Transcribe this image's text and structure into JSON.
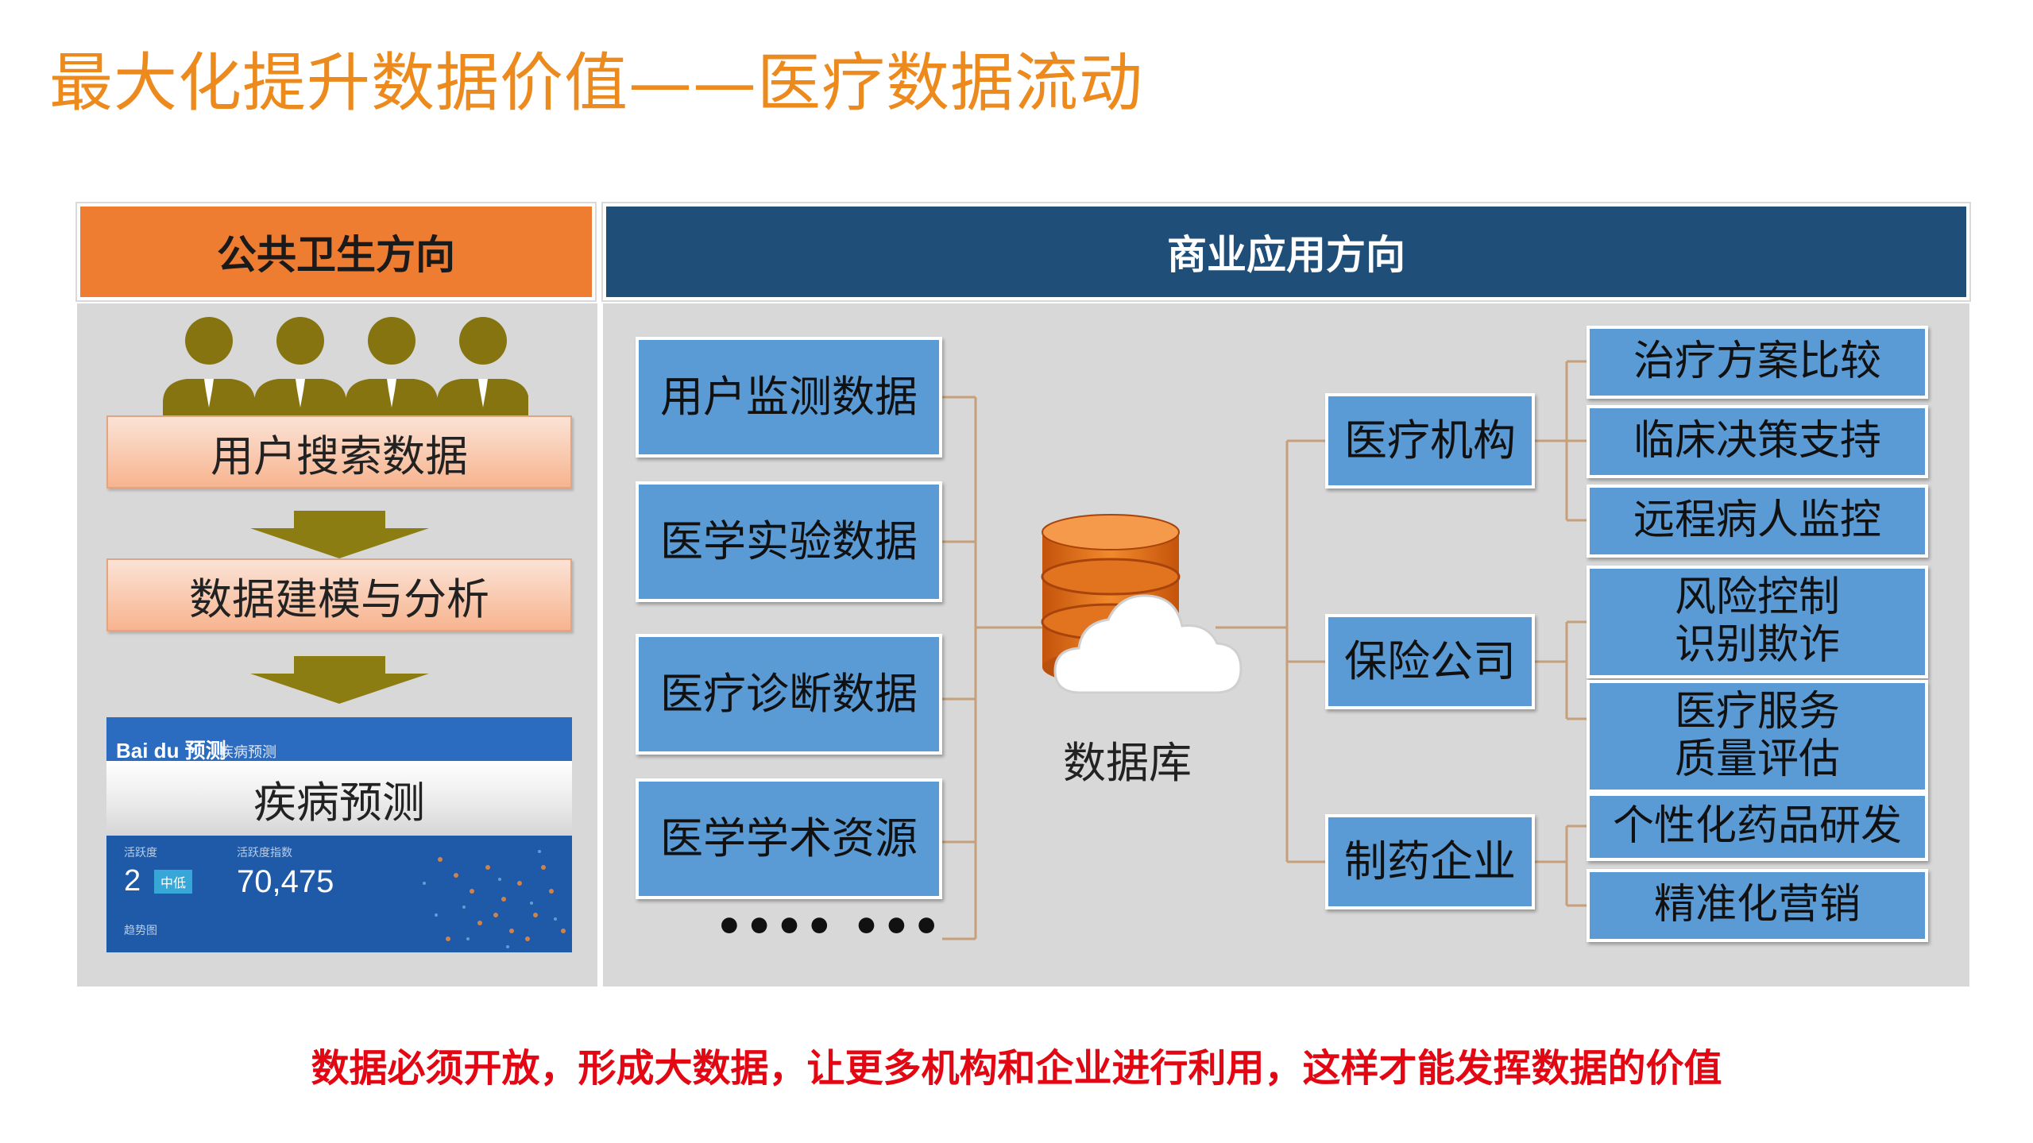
{
  "title": "最大化提升数据价值——医疗数据流动",
  "public_health": {
    "header": "公共卫生方向",
    "steps": [
      "用户搜索数据",
      "数据建模与分析"
    ],
    "screenshot": {
      "logo": "Bai du 预测",
      "tab": "疾病预测",
      "label": "疾病预测",
      "activity_label": "活跃度",
      "activity_value": "2",
      "activity_badge": "中低",
      "index_label": "活跃度指数",
      "index_value": "70,475",
      "map_label": "趋势图"
    }
  },
  "commercial": {
    "header": "商业应用方向",
    "sources": [
      "用户监测数据",
      "医学实验数据",
      "医疗诊断数据",
      "医学学术资源"
    ],
    "ellipsis": "•••• •••",
    "database_label": "数据库",
    "institutions": [
      {
        "name": "医疗机构",
        "apps": [
          "治疗方案比较",
          "临床决策支持",
          "远程病人监控"
        ]
      },
      {
        "name": "保险公司",
        "apps": [
          "风险控制\n识别欺诈",
          "医疗服务\n质量评估"
        ]
      },
      {
        "name": "制药企业",
        "apps": [
          "个性化药品研发",
          "精准化营销"
        ]
      }
    ]
  },
  "footer_note": "数据必须开放，形成大数据，让更多机构和企业进行利用，这样才能发挥数据的价值",
  "colors": {
    "title": "#ed8a1d",
    "public_header": "#ee7d31",
    "commercial_header": "#1f4e79",
    "box_blue": "#5b9bd5",
    "connector": "#c5a07a",
    "arrow": "#8b7d12",
    "note": "#e30613"
  },
  "icons": [
    "people-icon",
    "down-arrow-icon",
    "database-icon",
    "cloud-icon"
  ]
}
